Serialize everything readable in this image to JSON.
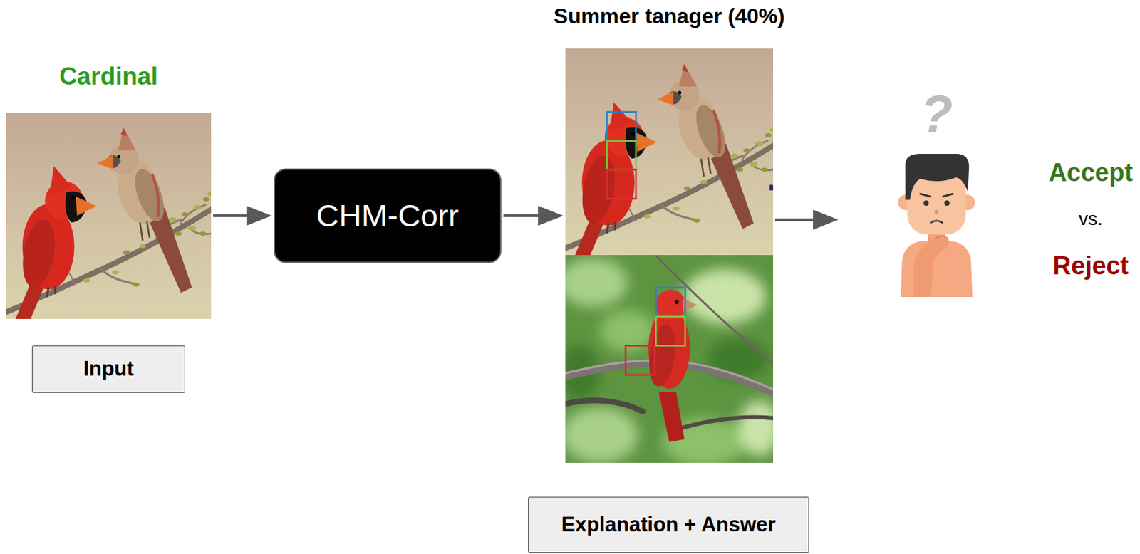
{
  "diagram": {
    "nodes": [
      {
        "text": [
          "Cardinal"
        ]
      },
      {
        "text": [
          "Input"
        ]
      },
      {
        "text": [
          "CHM-Corr"
        ]
      },
      {
        "text": [
          "Summer tanager (40%)"
        ]
      },
      {
        "text": [
          "Explanation + Answer"
        ]
      },
      {
        "text": [
          "?"
        ]
      }
    ],
    "edges": [
      {
        "from": 0,
        "to": 2,
        "arrow": "to"
      },
      {
        "from": 2,
        "to": 3,
        "arrow": "to"
      },
      {
        "from": 3,
        "to": 5,
        "arrow": "to"
      }
    ],
    "labels": [
      "Accept",
      "vs.",
      "Reject"
    ]
  }
}
